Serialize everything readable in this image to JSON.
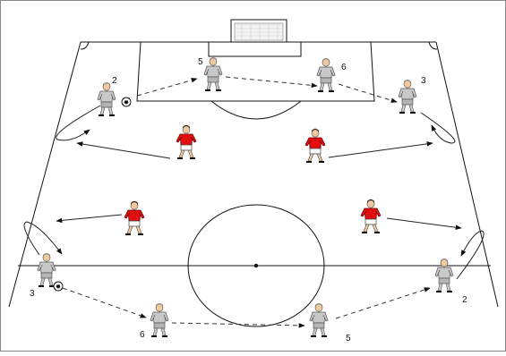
{
  "colors": {
    "line": "#111111",
    "attacker_shirt": "#c8c8c8",
    "attacker_dark": "#8a8a8a",
    "defender_shirt": "#e01010",
    "defender_shorts": "#ffffff",
    "skin": "#f1c9a0",
    "hair": "#3a2a1e",
    "background": "#ffffff"
  },
  "icons": [
    "soccer-ball-icon",
    "goal-icon",
    "player-icon"
  ],
  "players": {
    "attackers": [
      {
        "id": "att-2-top",
        "number": "2"
      },
      {
        "id": "att-5-top",
        "number": "5"
      },
      {
        "id": "att-6-top",
        "number": "6"
      },
      {
        "id": "att-3-top",
        "number": "3"
      },
      {
        "id": "att-3-left",
        "number": "3"
      },
      {
        "id": "att-6-bottom",
        "number": "6"
      },
      {
        "id": "att-5-bottom",
        "number": "5"
      },
      {
        "id": "att-2-right",
        "number": "2"
      }
    ],
    "defenders": [
      {
        "id": "def-top-left"
      },
      {
        "id": "def-top-right"
      },
      {
        "id": "def-mid-left"
      },
      {
        "id": "def-mid-right"
      }
    ]
  }
}
